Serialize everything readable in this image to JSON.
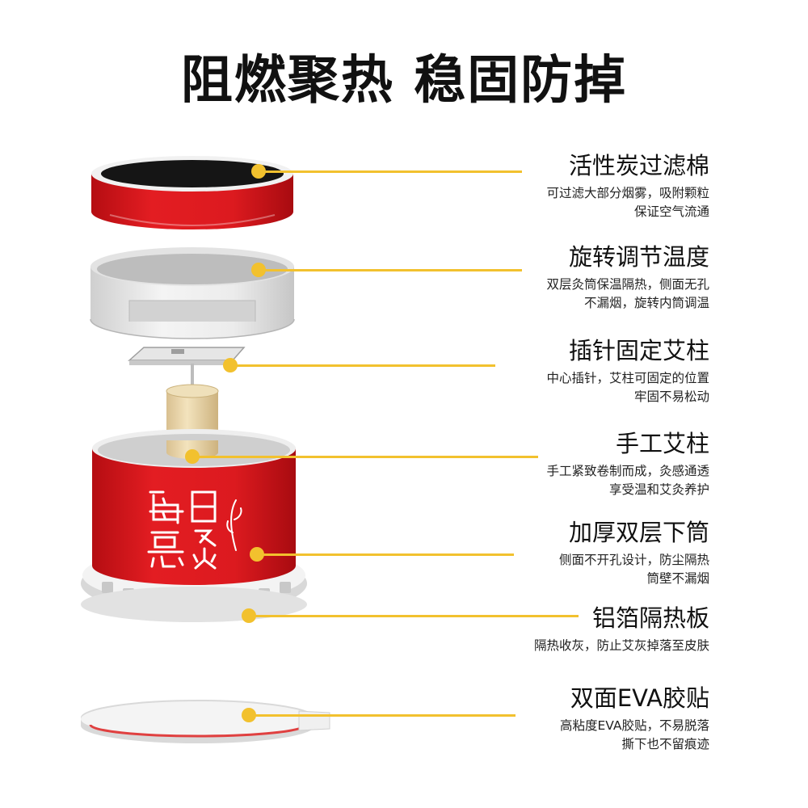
{
  "headline": "阻燃聚热 稳固防掉",
  "product_logo_text": "每日悬灸",
  "accent_color": "#f2c12e",
  "product_red": "#d8151b",
  "features": [
    {
      "title": "活性炭过滤棉",
      "desc": [
        "可过滤大部分烟雾，吸附颗粒",
        "保证空气流通"
      ]
    },
    {
      "title": "旋转调节温度",
      "desc": [
        "双层灸筒保温隔热，侧面无孔",
        "不漏烟，旋转内筒调温"
      ]
    },
    {
      "title": "插针固定艾柱",
      "desc": [
        "中心插针，艾柱可固定的位置",
        "牢固不易松动"
      ]
    },
    {
      "title": "手工艾柱",
      "desc": [
        "手工紧致卷制而成，灸感通透",
        "享受温和艾灸养护"
      ]
    },
    {
      "title": "加厚双层下筒",
      "desc": [
        "侧面不开孔设计，防尘隔热",
        "筒壁不漏烟"
      ]
    },
    {
      "title": "铝箔隔热板",
      "desc": [
        "隔热收灰，防止艾灰掉落至皮肤"
      ]
    },
    {
      "title": "双面EVA胶贴",
      "desc": [
        "高粘度EVA胶贴，不易脱落",
        "撕下也不留痕迹"
      ]
    }
  ]
}
